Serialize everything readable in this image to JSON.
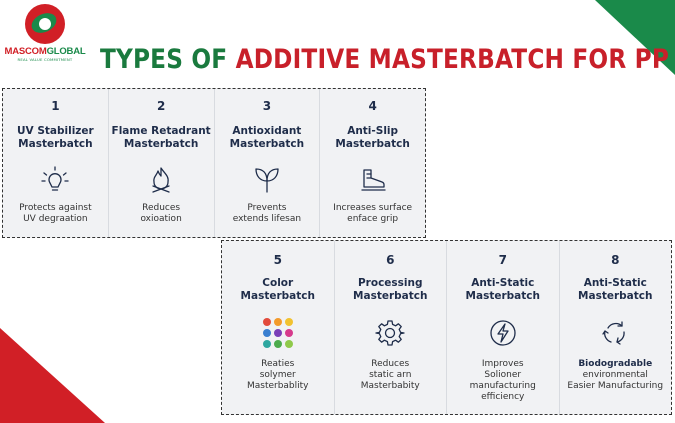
{
  "brand": {
    "name_red": "MASCOM",
    "name_green": "GLOBAL",
    "tagline": "REAL VALUE COMMITMENT"
  },
  "title": {
    "part1": "TYPES OF ",
    "part2": "ADDITIVE MASTERBATCH FOR PP"
  },
  "colors": {
    "green": "#1a7a3e",
    "red": "#c8202a",
    "navy": "#1f2d4a"
  },
  "cards": [
    {
      "num": "1",
      "name1": "UV Stabilizer",
      "name2": "Masterbatch",
      "icon": "sun-icon",
      "desc": [
        "Protects against",
        "UV degraation"
      ]
    },
    {
      "num": "2",
      "name1": "Flame Retadrant",
      "name2": "Masterbatch",
      "icon": "flame-icon",
      "desc": [
        "Reduces",
        "oxioation"
      ]
    },
    {
      "num": "3",
      "name1": "Antioxidant",
      "name2": "Masterbatch",
      "icon": "leaf-icon",
      "desc": [
        "Prevents",
        "extends lifesan"
      ]
    },
    {
      "num": "4",
      "name1": "Anti-Slip",
      "name2": "Masterbatch",
      "icon": "shoe-icon",
      "desc": [
        "Increases surface",
        "enface grip"
      ]
    },
    {
      "num": "5",
      "name1": "Color",
      "name2": "Masterbatch",
      "icon": "color-dots-icon",
      "desc": [
        "Reaties",
        "solymer",
        "Masterbablity"
      ]
    },
    {
      "num": "6",
      "name1": "Processing",
      "name2": "Masterbatch",
      "icon": "gear-icon",
      "desc": [
        "Reduces",
        "static arn",
        "Masterbabity"
      ]
    },
    {
      "num": "7",
      "name1": "Anti-Static",
      "name2": "Masterbatch",
      "icon": "lightning-icon",
      "desc": [
        "Improves",
        "Solioner",
        "manufacturing",
        "efficiency"
      ]
    },
    {
      "num": "8",
      "name1": "Anti-Static",
      "name2": "Masterbatch",
      "icon": "recycle-icon",
      "desc_bold": "Biodogradable",
      "desc": [
        "environmental",
        "Easier Manufacturing"
      ]
    }
  ],
  "dot_colors": [
    "#e24b3c",
    "#f39a2b",
    "#f2c230",
    "#3a7fd0",
    "#7a3fb8",
    "#d63a8c",
    "#2ea7a0",
    "#4cab4c",
    "#8fc94a"
  ]
}
